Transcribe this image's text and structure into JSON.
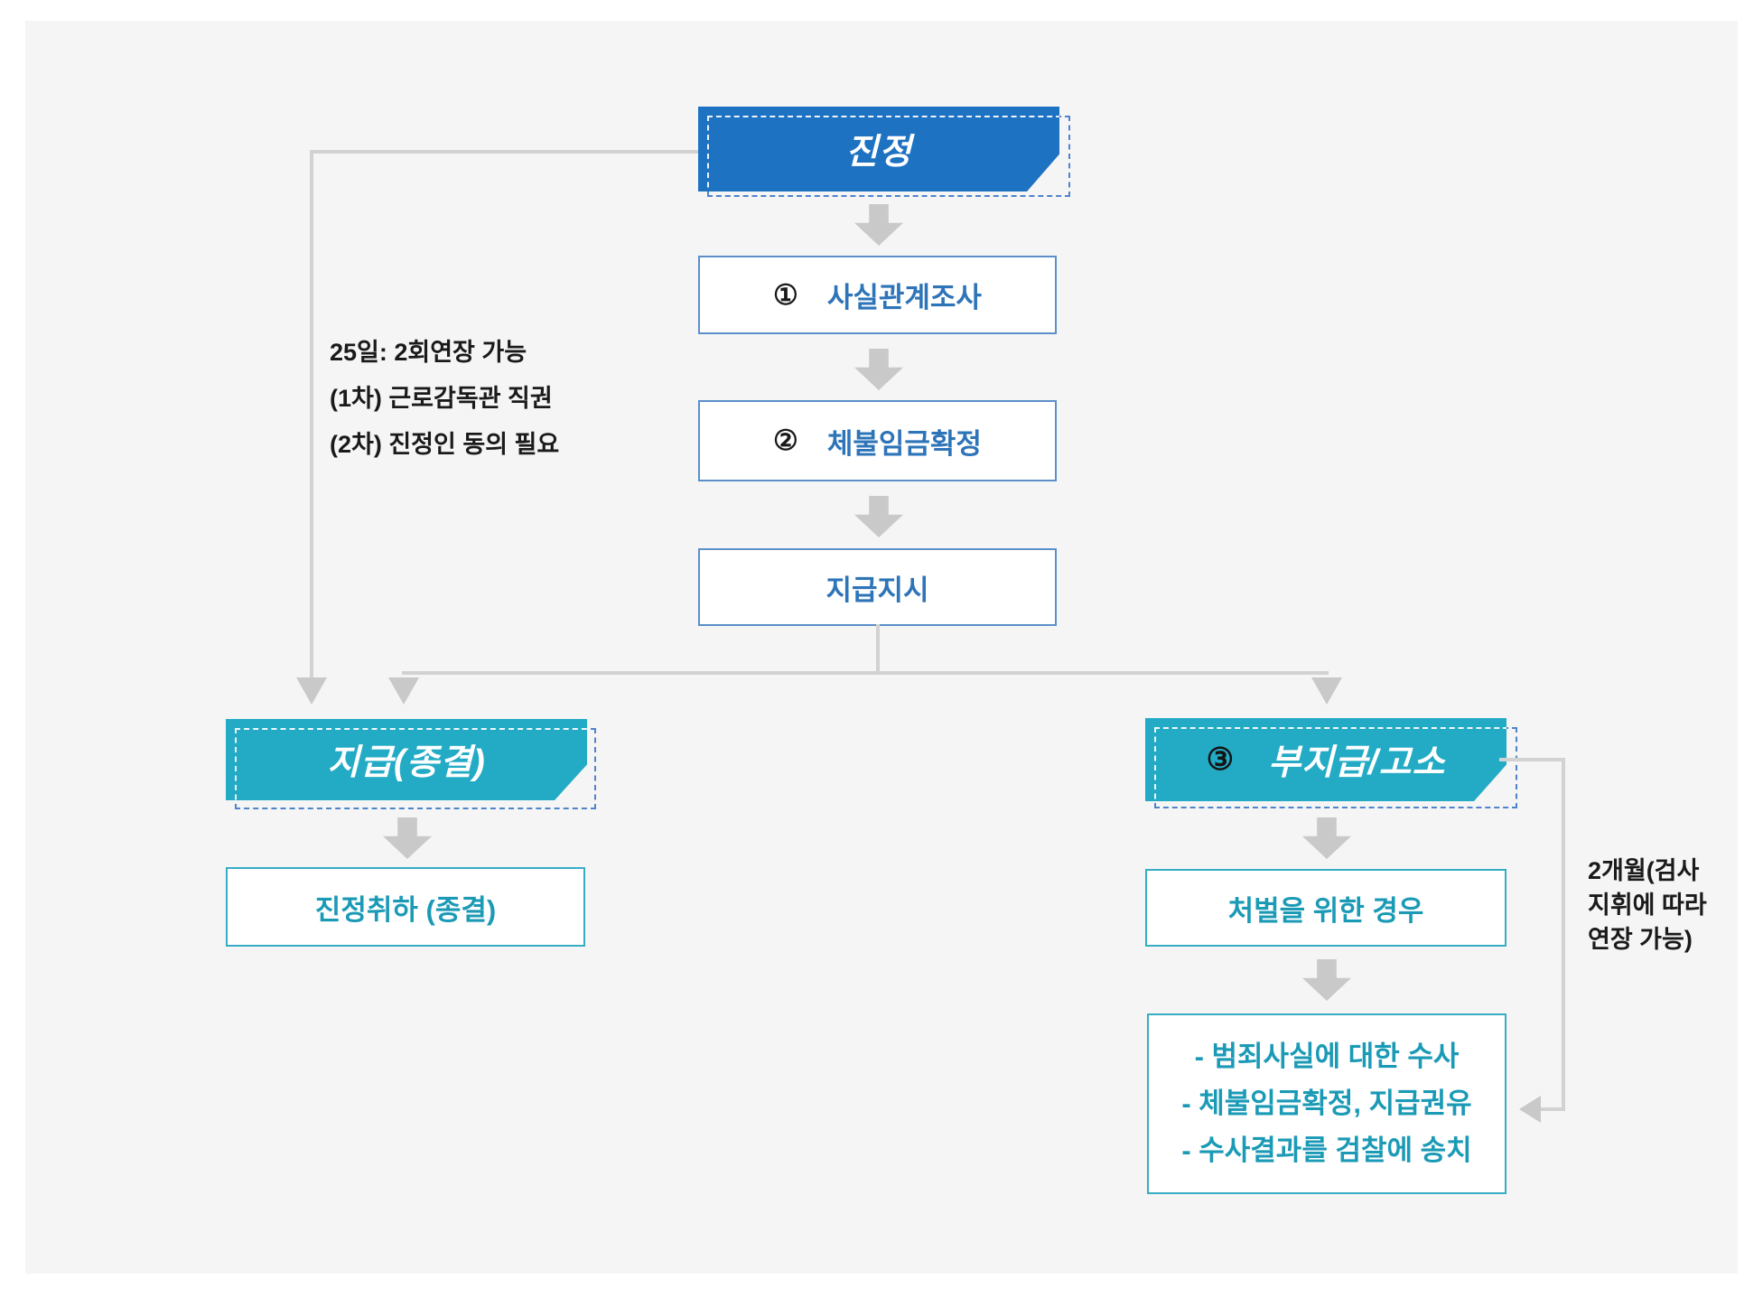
{
  "colors": {
    "blue_banner": "#1d72c2",
    "teal_banner": "#23abc6",
    "blue_box_border": "#5b8fc9",
    "blue_box_text": "#2e74b8",
    "teal_box_border": "#36adc5",
    "teal_box_text": "#1b9ab6",
    "connector_gray": "#d2d2d2",
    "arrow_gray": "#c9c9c9",
    "panel_background": "#f5f5f5",
    "dashed_border": "#4f83cb"
  },
  "top_banner": {
    "label": "진정"
  },
  "steps": [
    {
      "number": "①",
      "label": "사실관계조사"
    },
    {
      "number": "②",
      "label": "체불임금확정"
    },
    {
      "label": "지급지시"
    }
  ],
  "left_note": {
    "lines": [
      "25일: 2회연장 가능",
      "(1차) 근로감독관 직권",
      "(2차) 진정인 동의 필요"
    ]
  },
  "left_branch": {
    "banner_label": "지급(종결)",
    "result_label": "진정취하 (종결)"
  },
  "right_branch": {
    "banner_number": "③",
    "banner_label": "부지급/고소",
    "case_label": "처벌을 위한 경우",
    "actions": [
      "- 범죄사실에 대한 수사",
      "- 체불임금확정, 지급권유",
      "- 수사결과를 검찰에 송치"
    ]
  },
  "right_note": {
    "lines": [
      "2개월(검사",
      "지휘에 따라",
      "연장 가능)"
    ]
  }
}
